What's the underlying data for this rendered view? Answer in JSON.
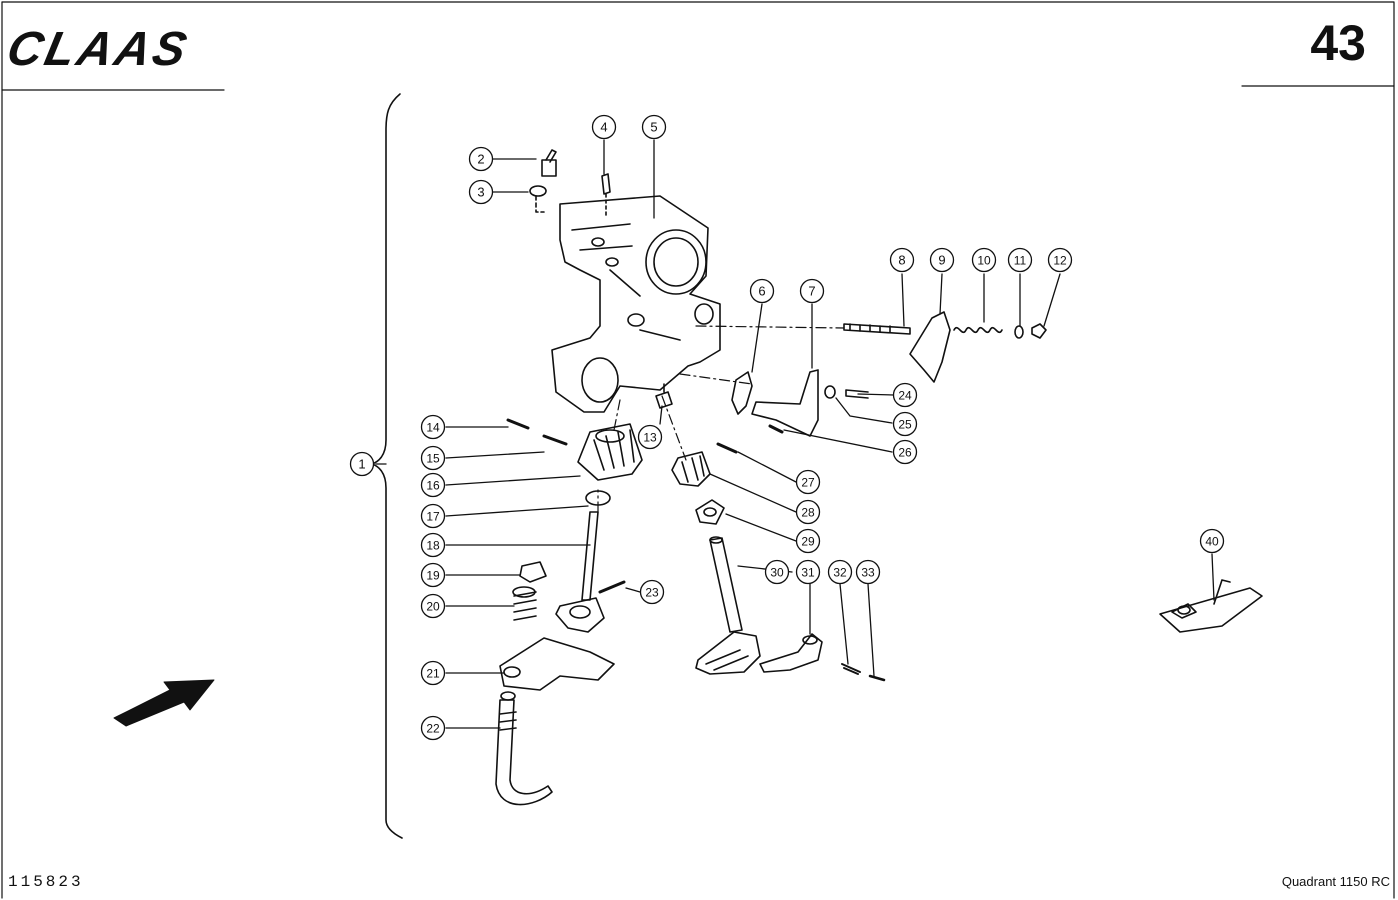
{
  "header": {
    "logo_text": "CLAAS",
    "page_number": "43"
  },
  "footer": {
    "drawing_number": "115823",
    "model": "Quadrant 1150 RC"
  },
  "callouts": [
    "1",
    "2",
    "3",
    "4",
    "5",
    "6",
    "7",
    "8",
    "9",
    "10",
    "11",
    "12",
    "13",
    "14",
    "15",
    "16",
    "17",
    "18",
    "19",
    "20",
    "21",
    "22",
    "23",
    "24",
    "25",
    "26",
    "27",
    "28",
    "29",
    "30",
    "31",
    "32",
    "33",
    "40"
  ],
  "colors": {
    "ink": "#111111",
    "paper": "#ffffff"
  },
  "icons": {
    "direction": "direction-arrow-icon"
  }
}
